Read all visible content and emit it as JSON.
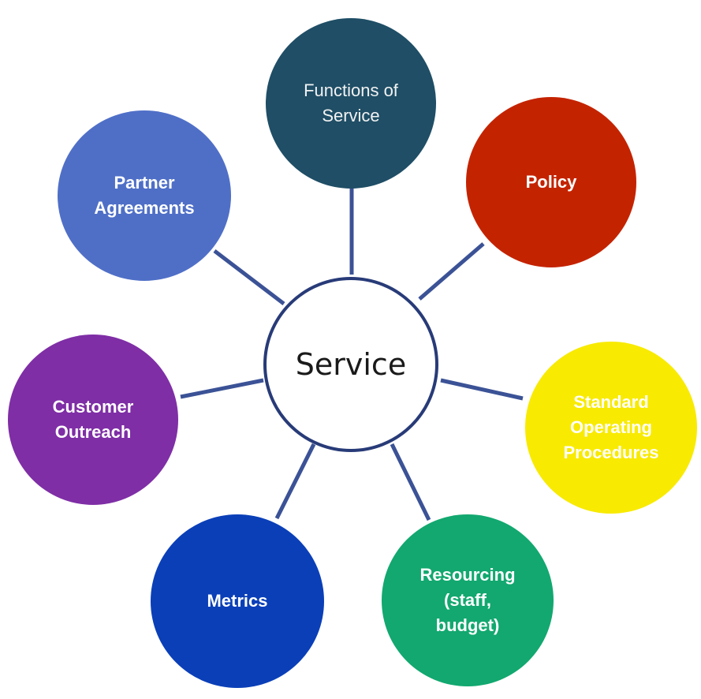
{
  "hub": {
    "label": "Service"
  },
  "nodes": [
    {
      "id": "functions",
      "label": "Functions of\nService",
      "color": "#1f4e66"
    },
    {
      "id": "policy",
      "label": "Policy",
      "color": "#c42300"
    },
    {
      "id": "sop",
      "label": "Standard\nOperating\nProcedures",
      "color": "#f8ea00"
    },
    {
      "id": "resourcing",
      "label": "Resourcing\n(staff,\nbudget)",
      "color": "#12a86f"
    },
    {
      "id": "metrics",
      "label": "Metrics",
      "color": "#0a3fb8"
    },
    {
      "id": "outreach",
      "label": "Customer\nOutreach",
      "color": "#7f2ea6"
    },
    {
      "id": "partner",
      "label": "Partner\nAgreements",
      "color": "#4f6fc7"
    }
  ],
  "colors": {
    "connector": "#3b5296",
    "hub_border": "#283b78"
  }
}
